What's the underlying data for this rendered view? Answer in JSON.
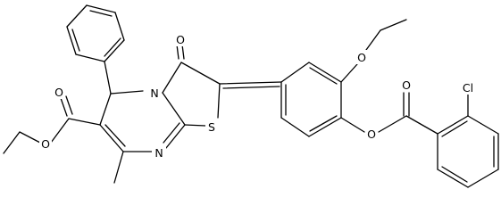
{
  "molecule": {
    "atom_labels": {
      "oxo_o": "O",
      "ring_n": "N",
      "imine_n": "N",
      "thiazole_s": "S",
      "methoxy_o": "O",
      "ester_carbonyl_o": "O",
      "ester_ether_o": "O",
      "aryl_ester_o": "O",
      "aryl_ester_carbonyl_o": "O",
      "chlorine": "Cl"
    }
  }
}
